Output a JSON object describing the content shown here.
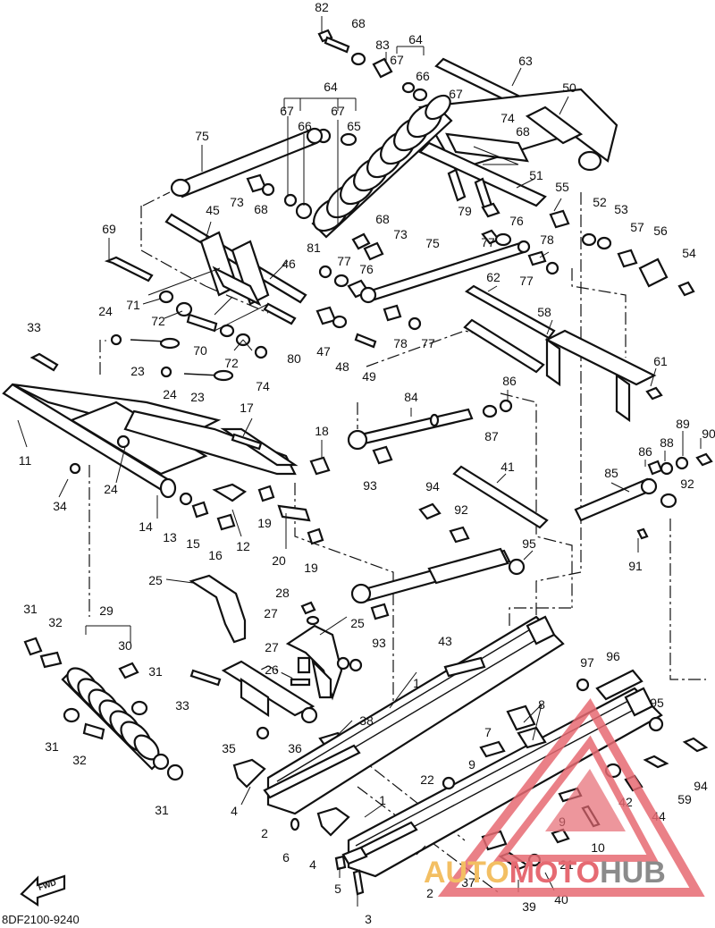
{
  "diagram_code": "8DF2100-9240",
  "fwd_arrow_label": "FWD",
  "watermark": {
    "part1": "AUTO",
    "part2": "MOTO",
    "part3": "HUB",
    "color_red": "#e66a72",
    "color_orange": "#f3bf63",
    "color_gray": "#8b8b8b"
  },
  "callouts": [
    "82",
    "68",
    "83",
    "64",
    "67",
    "66",
    "63",
    "50",
    "64",
    "67",
    "66",
    "67",
    "65",
    "67",
    "74",
    "68",
    "75",
    "73",
    "68",
    "51",
    "55",
    "52",
    "53",
    "57",
    "56",
    "54",
    "79",
    "76",
    "68",
    "73",
    "69",
    "45",
    "46",
    "81",
    "77",
    "76",
    "77",
    "78",
    "75",
    "62",
    "77",
    "78",
    "77",
    "71",
    "72",
    "70",
    "24",
    "80",
    "47",
    "48",
    "49",
    "72",
    "33",
    "23",
    "74",
    "58",
    "24",
    "23",
    "61",
    "84",
    "86",
    "87",
    "89",
    "90",
    "88",
    "86",
    "85",
    "17",
    "18",
    "11",
    "93",
    "41",
    "92",
    "34",
    "24",
    "14",
    "13",
    "15",
    "16",
    "12",
    "19",
    "20",
    "19",
    "94",
    "92",
    "91",
    "95",
    "25",
    "28",
    "27",
    "25",
    "31",
    "32",
    "29",
    "30",
    "93",
    "43",
    "27",
    "26",
    "31",
    "33",
    "36",
    "35",
    "38",
    "96",
    "97",
    "95",
    "31",
    "32",
    "31",
    "4",
    "2",
    "6",
    "4",
    "1",
    "1",
    "8",
    "7",
    "9",
    "22",
    "9",
    "42",
    "44",
    "59",
    "94",
    "10",
    "21",
    "5",
    "37",
    "39",
    "40",
    "2",
    "3"
  ]
}
